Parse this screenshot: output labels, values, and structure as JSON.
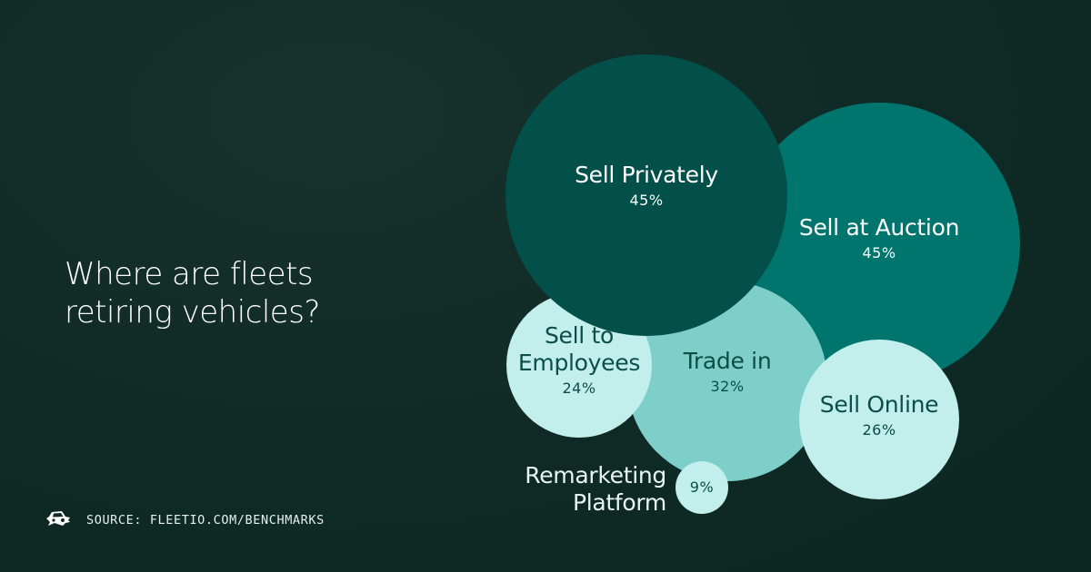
{
  "title": "Where are fleets retiring vehicles?",
  "source": {
    "icon": "fleetio-car-logo-icon",
    "text": "SOURCE: FLEETIO.COM/BENCHMARKS"
  },
  "colors": {
    "background": "#0F2A25",
    "sell_privately": "#03504A",
    "sell_at_auction": "#00756E",
    "trade_in": "#7ECFCA",
    "light_bubble": "#C2EEEB",
    "dark_text": "#0B4E47",
    "light_text": "#FFFFFF"
  },
  "bubbles": [
    {
      "label": "Sell Privately",
      "pct": "45%"
    },
    {
      "label": "Sell at Auction",
      "pct": "45%"
    },
    {
      "label": "Trade in",
      "pct": "32%"
    },
    {
      "label": "Sell to Employees",
      "pct": "24%"
    },
    {
      "label": "Sell Online",
      "pct": "26%"
    },
    {
      "label": "Remarketing Platform",
      "pct": "9%"
    }
  ],
  "chart_data": {
    "type": "bubble",
    "title": "Where are fleets retiring vehicles?",
    "categories": [
      "Sell Privately",
      "Sell at Auction",
      "Trade in",
      "Sell to Employees",
      "Sell Online",
      "Remarketing Platform"
    ],
    "values": [
      45,
      45,
      32,
      24,
      26,
      9
    ],
    "unit": "%",
    "source": "SOURCE: FLEETIO.COM/BENCHMARKS",
    "xlabel": "",
    "ylabel": "",
    "grid": false,
    "legend": "none (labels inside bubbles)"
  }
}
